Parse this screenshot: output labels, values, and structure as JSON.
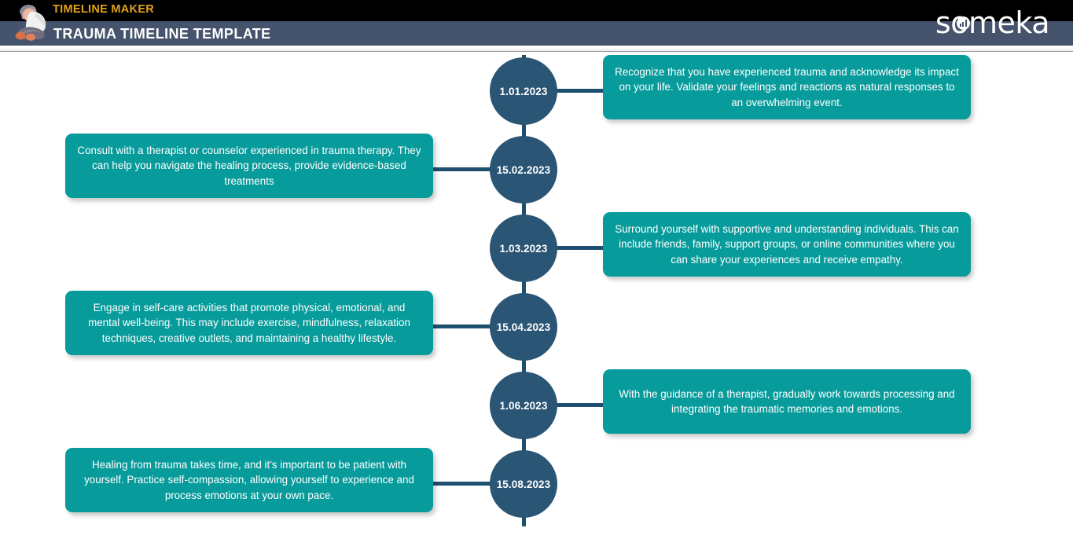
{
  "header": {
    "brand_title": "TIMELINE MAKER",
    "doc_title": "TRAUMA TIMELINE TEMPLATE",
    "logo_icon": "sitting-person-icon",
    "brand_logo_text": "someka",
    "brand_logo_mark_icon": "bar-chart-icon",
    "colors": {
      "top_band": "#000000",
      "bottom_band": "#45536c",
      "brand_title": "#e3a317",
      "doc_title": "#ffffff"
    }
  },
  "timeline": {
    "node_color": "#2a5574",
    "card_color": "#089b9b",
    "connector_color": "#1f4f6f",
    "events": [
      {
        "date": "1.01.2023",
        "side": "right",
        "text": "Recognize that you have experienced trauma and acknowledge its impact on your life. Validate your feelings and reactions as natural responses to an overwhelming event."
      },
      {
        "date": "15.02.2023",
        "side": "left",
        "text": "Consult with a therapist or counselor experienced in trauma therapy. They can help you navigate the healing process, provide evidence-based treatments"
      },
      {
        "date": "1.03.2023",
        "side": "right",
        "text": "Surround yourself with supportive and understanding individuals. This can include friends, family, support groups, or online communities where you can share your experiences and receive empathy."
      },
      {
        "date": "15.04.2023",
        "side": "left",
        "text": "Engage in self-care activities that promote physical, emotional, and mental well-being. This may include exercise, mindfulness, relaxation techniques, creative outlets, and maintaining a healthy lifestyle."
      },
      {
        "date": "1.06.2023",
        "side": "right",
        "text": "With the guidance of a therapist, gradually work towards processing and integrating the traumatic memories and emotions."
      },
      {
        "date": "15.08.2023",
        "side": "left",
        "text": "Healing from trauma takes time, and it's important to be patient with yourself. Practice self-compassion, allowing yourself to experience and process emotions at your own pace."
      }
    ]
  }
}
